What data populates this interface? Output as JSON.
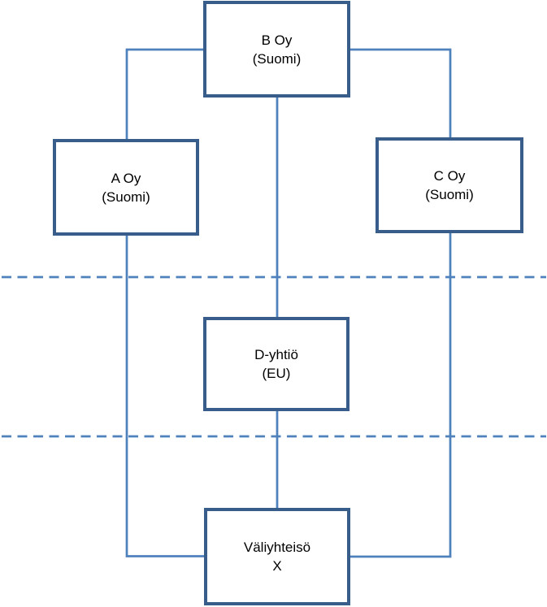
{
  "diagram": {
    "type": "corporate-structure-chart",
    "nodes": [
      {
        "id": "b-oy",
        "line1": "B Oy",
        "line2": "(Suomi)"
      },
      {
        "id": "a-oy",
        "line1": "A Oy",
        "line2": "(Suomi)"
      },
      {
        "id": "c-oy",
        "line1": "C Oy",
        "line2": "(Suomi)"
      },
      {
        "id": "d-yhtio",
        "line1": "D-yhtiö",
        "line2": "(EU)"
      },
      {
        "id": "valiyhteiso-x",
        "line1": "Väliyhteisö",
        "line2": "X"
      }
    ],
    "edges": [
      {
        "from": "b-oy",
        "to": "a-oy"
      },
      {
        "from": "b-oy",
        "to": "c-oy"
      },
      {
        "from": "b-oy",
        "to": "d-yhtio"
      },
      {
        "from": "d-yhtio",
        "to": "valiyhteiso-x"
      },
      {
        "from": "a-oy",
        "to": "valiyhteiso-x"
      },
      {
        "from": "c-oy",
        "to": "valiyhteiso-x"
      }
    ],
    "separators": [
      {
        "style": "dashed",
        "orientation": "horizontal",
        "position": "between Suomi tier and EU tier"
      },
      {
        "style": "dashed",
        "orientation": "horizontal",
        "position": "between EU tier and Väliyhteisö tier"
      }
    ],
    "colors": {
      "box_border": "#385D8A",
      "box_fill": "#FFFFFF",
      "connector": "#4F81BD",
      "dashed_line": "#4F81BD",
      "text": "#000000",
      "background": "#FFFFFF"
    }
  }
}
